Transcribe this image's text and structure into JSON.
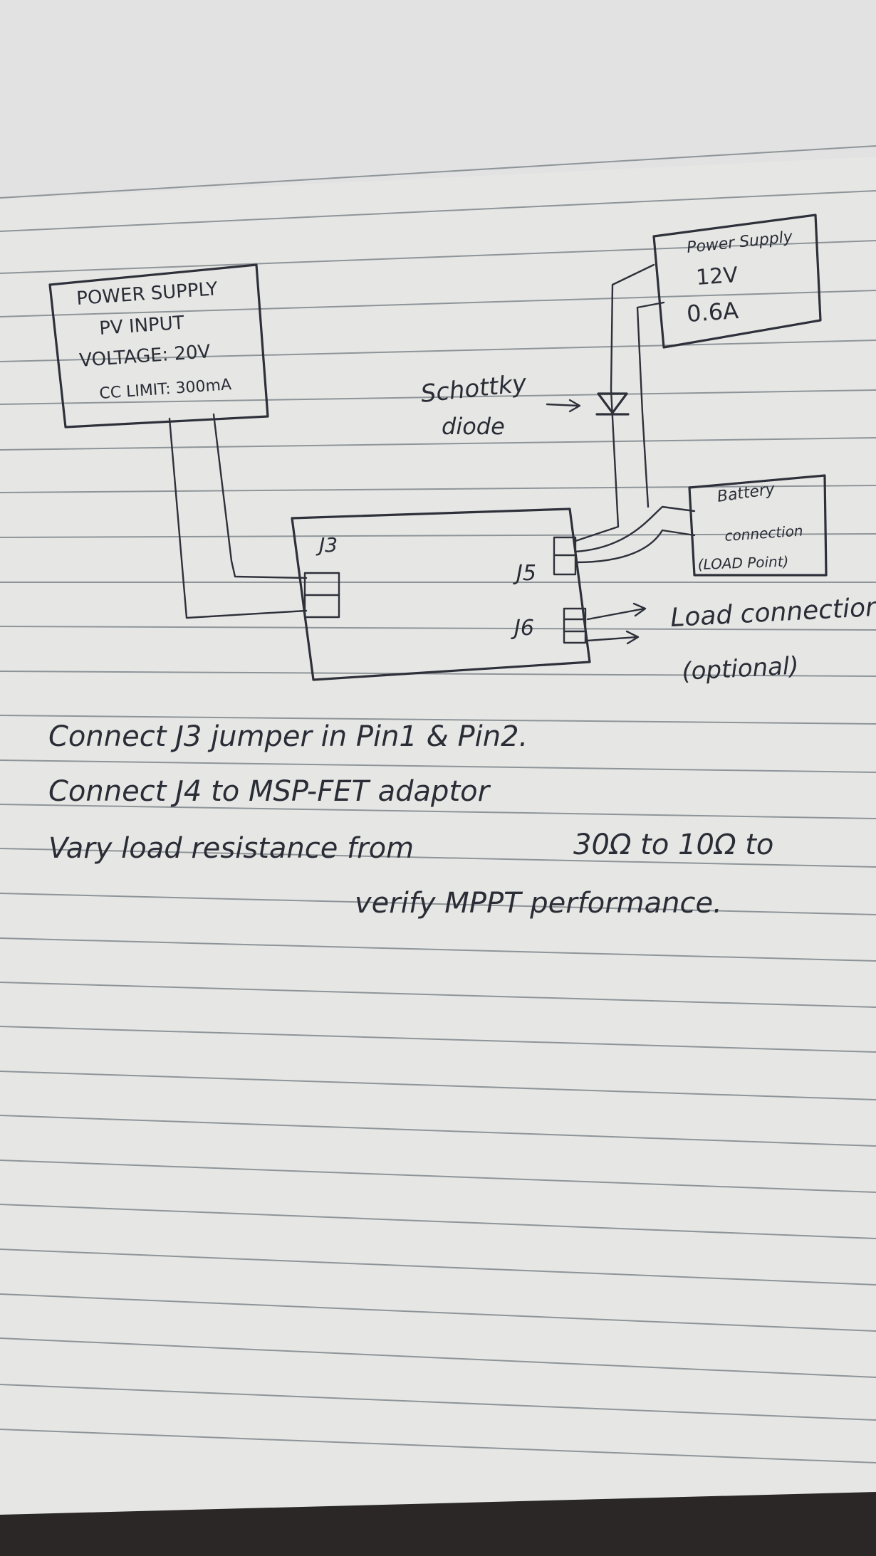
{
  "pv_supply": {
    "line1": "POWER SUPPLY",
    "line2": "PV INPUT",
    "line3": "VOLTAGE: 20V",
    "line4": "CC LIMIT: 300mA"
  },
  "aux_supply": {
    "line1": "Power Supply",
    "line2": "12V",
    "line3": "0.6A"
  },
  "diode_label": {
    "line1": "Schottky",
    "line2": "diode"
  },
  "battery": {
    "line1": "Battery",
    "line2": "connection",
    "line3": "(LOAD Point)"
  },
  "connectors": {
    "j3": "J3",
    "j5": "J5",
    "j6": "J6"
  },
  "load": {
    "line1": "Load connection",
    "line2": "(optional)"
  },
  "notes": {
    "line1": "Connect J3 jumper in Pin1 & Pin2.",
    "line2": "Connect J4 to MSP-FET adaptor",
    "line3a": "Vary load resistance from",
    "line3b": "30Ω to 10Ω to",
    "line4": "verify MPPT performance."
  },
  "colors": {
    "paper": "#e8e8e6",
    "ink": "#2e303a",
    "rule": "#8e9498",
    "surface": "#2a2726"
  }
}
